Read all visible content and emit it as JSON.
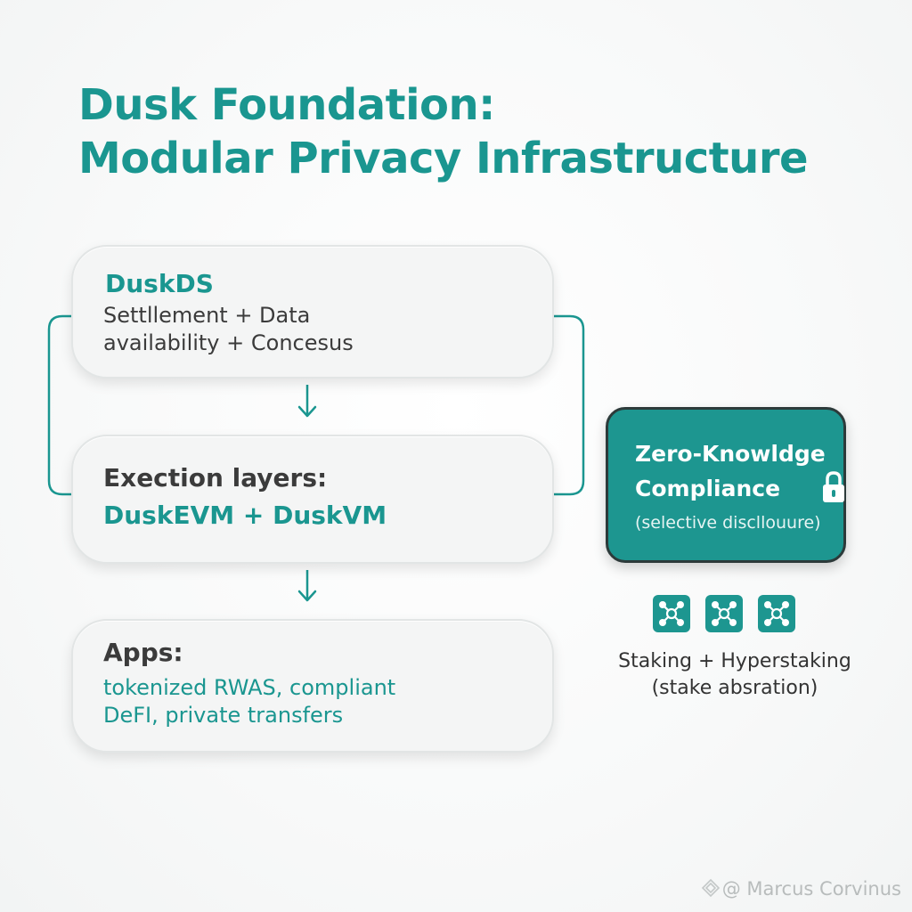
{
  "title": {
    "line1": "Dusk Foundation:",
    "line2": "Modular Privacy Infrastructure"
  },
  "layers": {
    "dusk_ds": {
      "heading": "DuskDS",
      "line1": "Settllement + Data",
      "line2": "availability + Concesus"
    },
    "execution": {
      "heading": "Exection layers:",
      "subheading": "DuskEVM + DuskVM"
    },
    "apps": {
      "heading": "Apps:",
      "line1": "tokenized RWAS, compliant",
      "line2": "DeFI, private transfers"
    }
  },
  "zk_compliance": {
    "line1": "Zero-Knowldge",
    "line2": "Compliance",
    "subtitle": "(selective discllouure)",
    "icon": "lock-icon"
  },
  "staking": {
    "line1": "Staking + Hyperstaking",
    "line2": "(stake absration)",
    "icons": [
      "network-node-icon",
      "network-node-icon",
      "network-node-icon"
    ]
  },
  "watermark": {
    "text": "@ Marcus Corvinus"
  },
  "colors": {
    "accent": "#1a9690",
    "zk_box": "#1d9690",
    "text_dark": "#3b3b3b"
  }
}
